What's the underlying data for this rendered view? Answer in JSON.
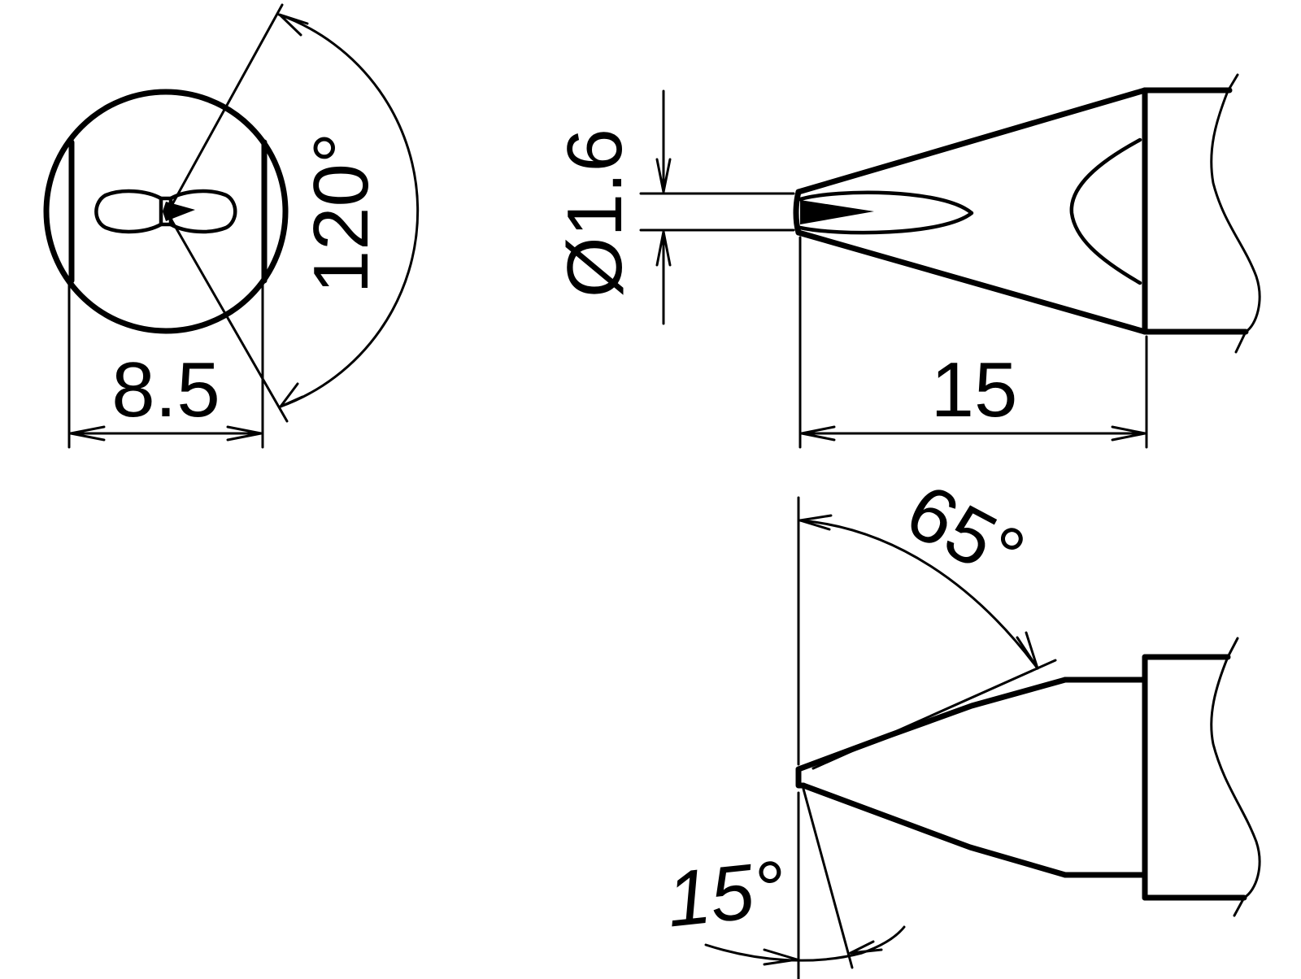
{
  "drawing": {
    "title": "Soldering tip dimension drawing",
    "line_color": "#000000",
    "background": "#ffffff"
  },
  "front_view": {
    "width_dim": "8.5",
    "angle_dim": "120°"
  },
  "side_view": {
    "diameter_dim": "Ø1.6",
    "length_dim": "15"
  },
  "bottom_view": {
    "top_angle_dim": "65°",
    "bottom_angle_dim": "15°"
  }
}
